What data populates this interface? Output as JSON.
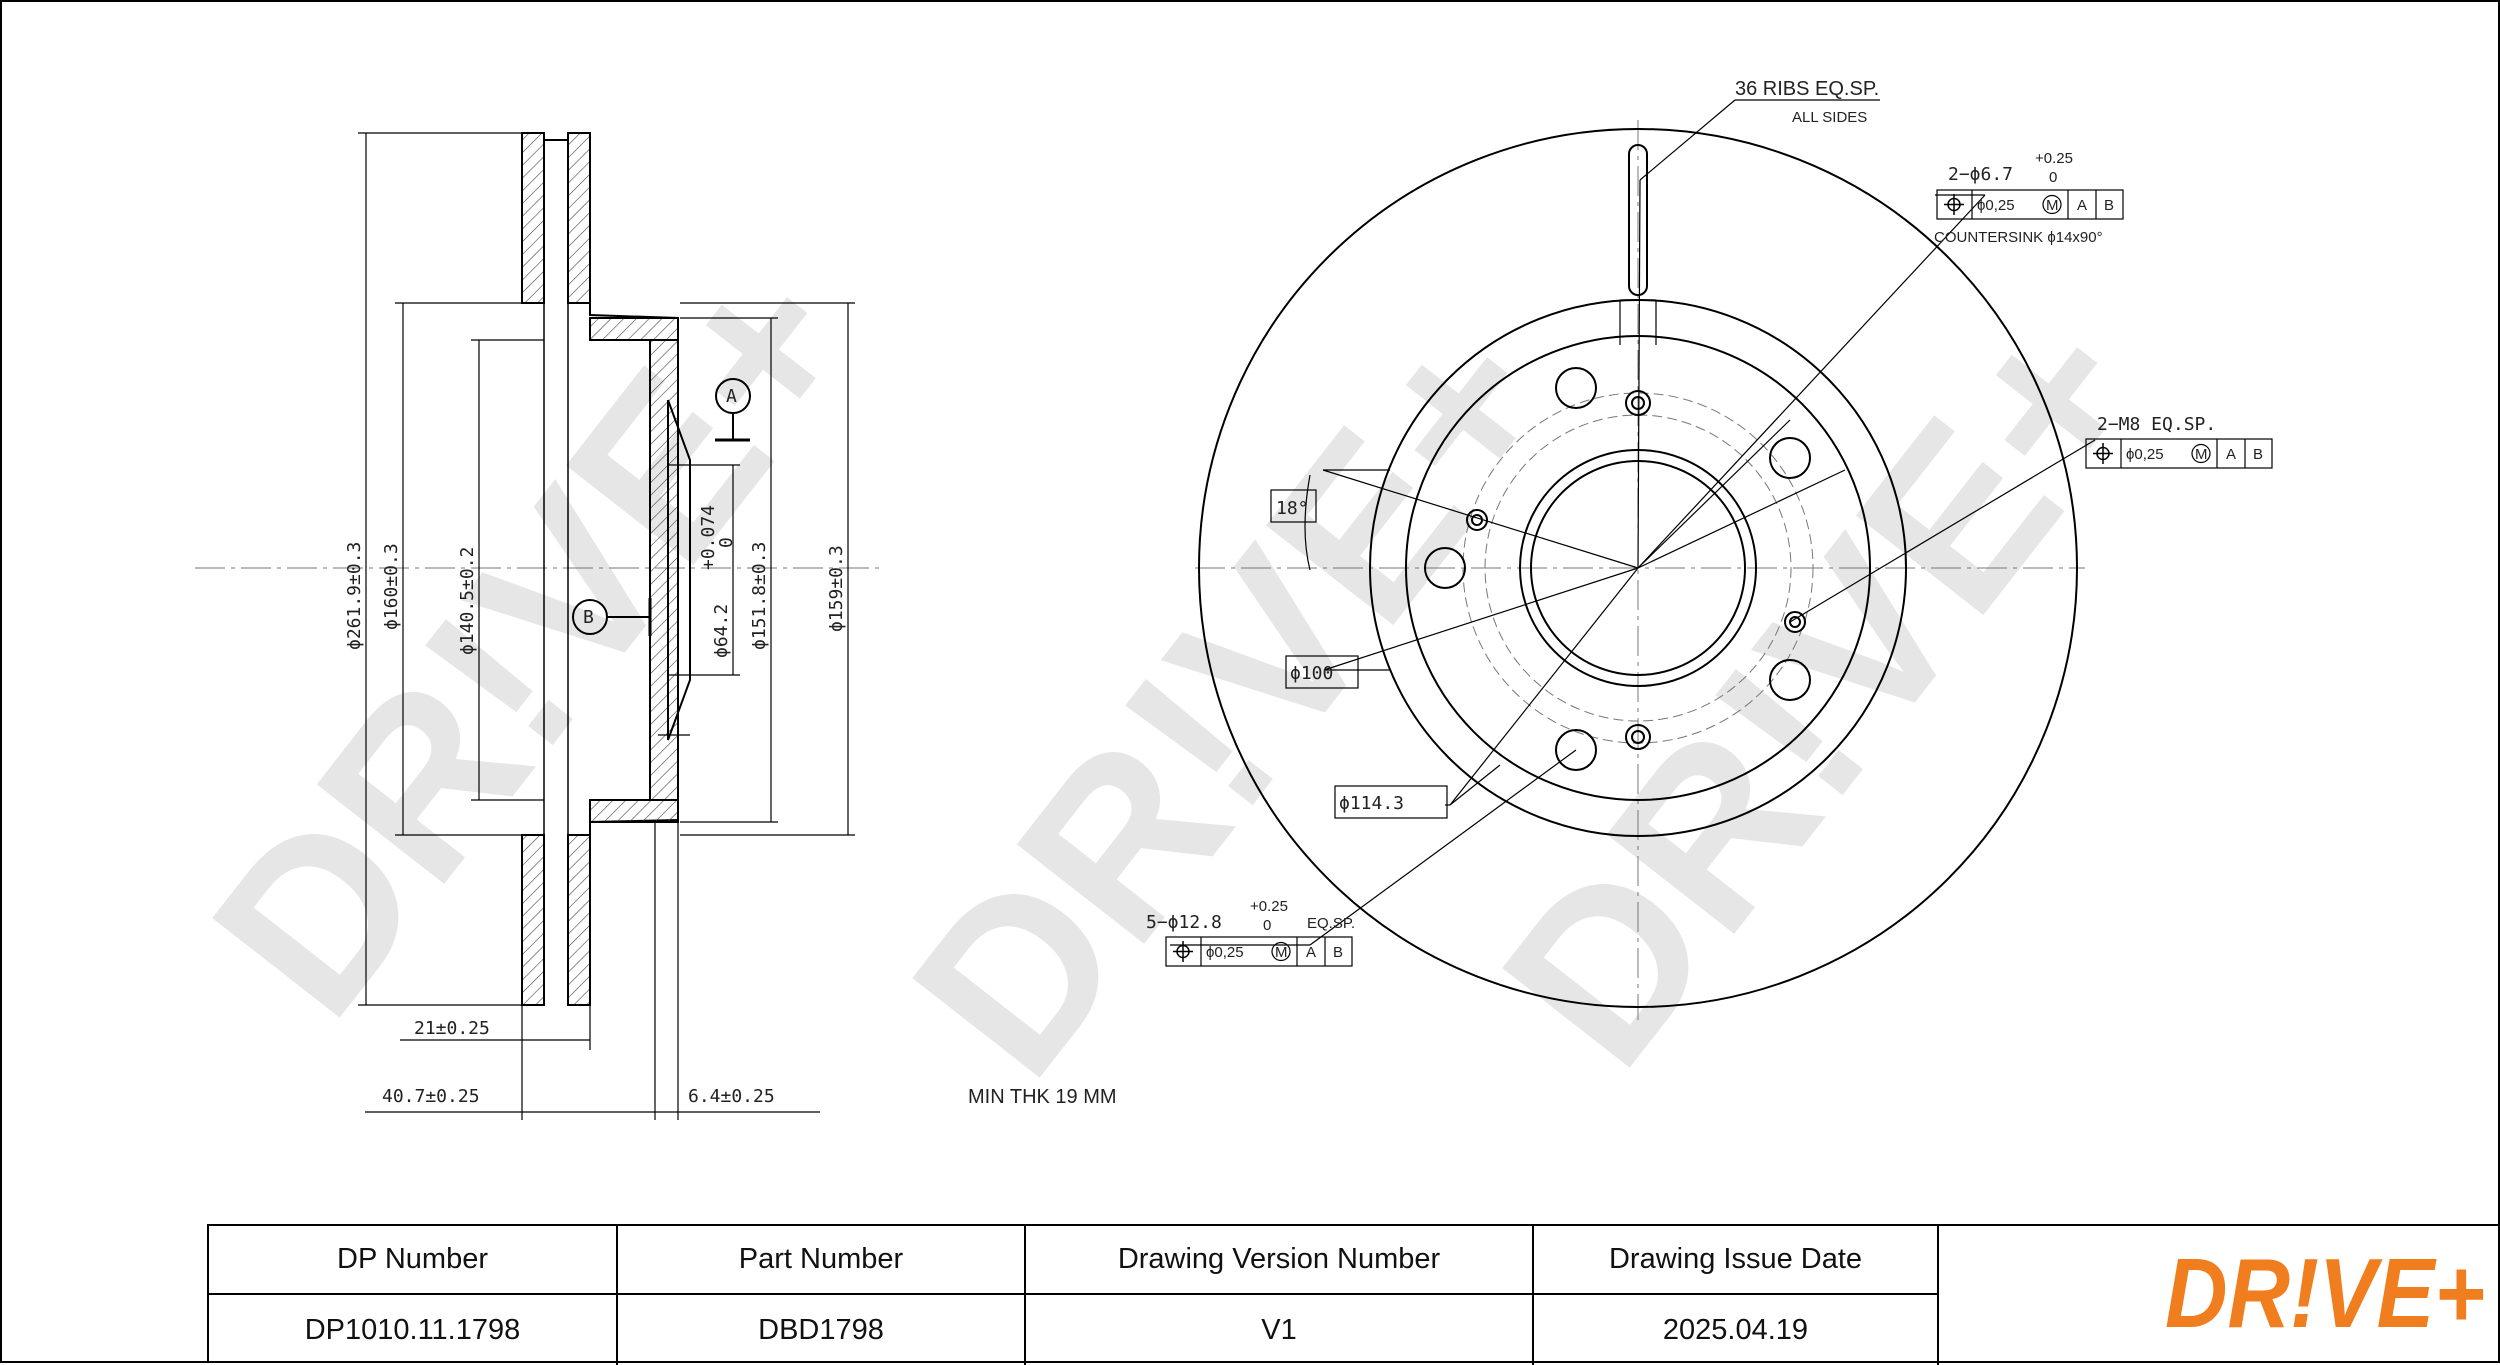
{
  "watermark": {
    "text": "DR!VE+",
    "color": "#e6e6e6"
  },
  "side_view": {
    "dims": {
      "d_outer": "ϕ261.9±0.3",
      "d_hub_outer": "ϕ160±0.3",
      "d_hub_inner": "ϕ140.5±0.2",
      "d_center_bore": "ϕ64.2",
      "d_center_tol_upper": "+0.074",
      "d_center_tol_lower": "0",
      "d_151": "ϕ151.8±0.3",
      "d_159": "ϕ159±0.3",
      "thickness": "21±0.25",
      "total_height": "40.7±0.25",
      "hat_thickness": "6.4±0.25"
    },
    "datum_a": "A",
    "datum_b": "B"
  },
  "min_thickness_note": "MIN THK 19 MM",
  "front_view": {
    "ribs_note": "36 RIBS EQ.SP.",
    "all_sides_note": "ALL SIDES",
    "holes_2": {
      "count_label": "2−ϕ6.7",
      "tol_upper": "+0.25",
      "tol_lower": "0"
    },
    "countersink_note": "COUNTERSINK ϕ14x90°",
    "holes_m8": "2−M8 EQ.SP.",
    "holes_5": {
      "count_label": "5−ϕ12.8",
      "tol_upper": "+0.25",
      "tol_lower": "0",
      "suffix": "EQ.SP."
    },
    "angle": "18°",
    "d_100": "ϕ100",
    "d_114": "ϕ114.3",
    "fcf": {
      "tol": "ϕ0,25",
      "modifier": "M",
      "datum1": "A",
      "datum2": "B"
    }
  },
  "title_block": {
    "headers": [
      "DP Number",
      "Part Number",
      "Drawing Version Number",
      "Drawing Issue Date"
    ],
    "values": [
      "DP1010.11.1798",
      "DBD1798",
      "V1",
      "2025.04.19"
    ]
  },
  "logo": {
    "text": "DR!VE+",
    "color": "#f07d1e"
  }
}
